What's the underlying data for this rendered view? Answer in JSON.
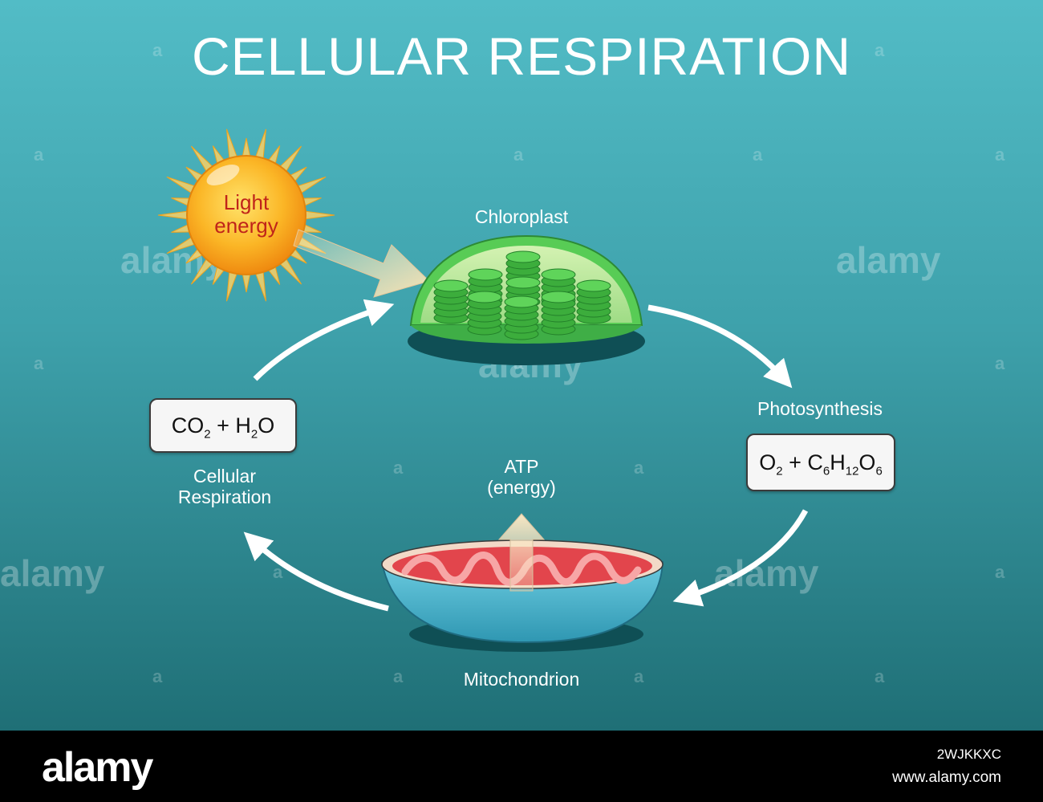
{
  "title": "CELLULAR RESPIRATION",
  "sun": {
    "line1": "Light",
    "line2": "energy"
  },
  "labels": {
    "chloroplast": "Chloroplast",
    "photosynthesis": "Photosynthesis",
    "cellular_respiration_line1": "Cellular",
    "cellular_respiration_line2": "Respiration",
    "atp_line1": "ATP",
    "atp_line2": "(energy)",
    "mitochondrion": "Mitochondrion"
  },
  "equations": {
    "reactants": {
      "a": "CO",
      "a_sub": "2",
      "plus": "+",
      "b": "H",
      "b_sub": "2",
      "b_end": "O"
    },
    "products": {
      "a": "O",
      "a_sub": "2",
      "plus": "+",
      "c": "C",
      "c_sub": "6",
      "h": "H",
      "h_sub": "12",
      "o": "O",
      "o_sub": "6"
    }
  },
  "watermark": {
    "brand": "alamy",
    "image_id": "2WJKKXC",
    "site": "www.alamy.com"
  },
  "colors": {
    "background_top": "#52bcc6",
    "background_bottom": "#1f6f76",
    "chloroplast_green": "#4fc84a",
    "mitochondria_red": "#d9323a",
    "mitochondria_blue": "#4bb4cc",
    "sun_orange": "#f7a21b",
    "arrow_white": "#ffffff"
  }
}
